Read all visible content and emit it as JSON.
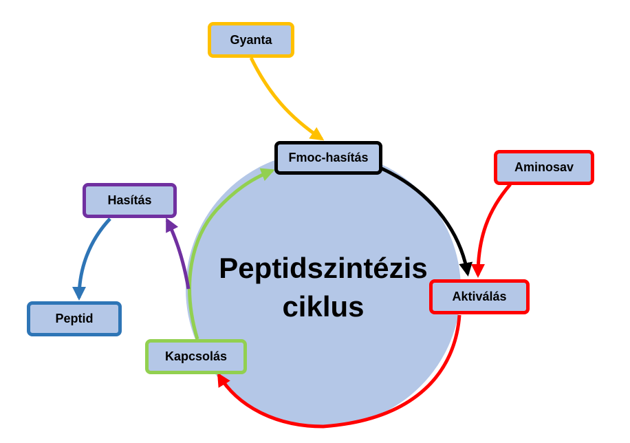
{
  "diagram": {
    "title_line1": "Peptidszintézis",
    "title_line2": "ciklus",
    "circle_fill": "#b4c7e7",
    "nodes": {
      "gyanta": {
        "label": "Gyanta",
        "border": "#ffc000"
      },
      "fmoc": {
        "label": "Fmoc-hasítás",
        "border": "#000000"
      },
      "aminosav": {
        "label": "Aminosav",
        "border": "#ff0000"
      },
      "aktivalas": {
        "label": "Aktiválás",
        "border": "#ff0000"
      },
      "kapcsolas": {
        "label": "Kapcsolás",
        "border": "#92d050"
      },
      "hasitas": {
        "label": "Hasítás",
        "border": "#7030a0"
      },
      "peptid": {
        "label": "Peptid",
        "border": "#2e75b6"
      }
    },
    "arrow_colors": {
      "gyanta_to_fmoc": "#ffc000",
      "fmoc_to_aktivalas": "#000000",
      "aminosav_to_aktivalas": "#ff0000",
      "aktivalas_to_kapcsolas": "#ff0000",
      "kapcsolas_to_fmoc": "#92d050",
      "kapcsolas_to_hasitas": "#7030a0",
      "hasitas_to_peptid": "#2e75b6"
    }
  }
}
